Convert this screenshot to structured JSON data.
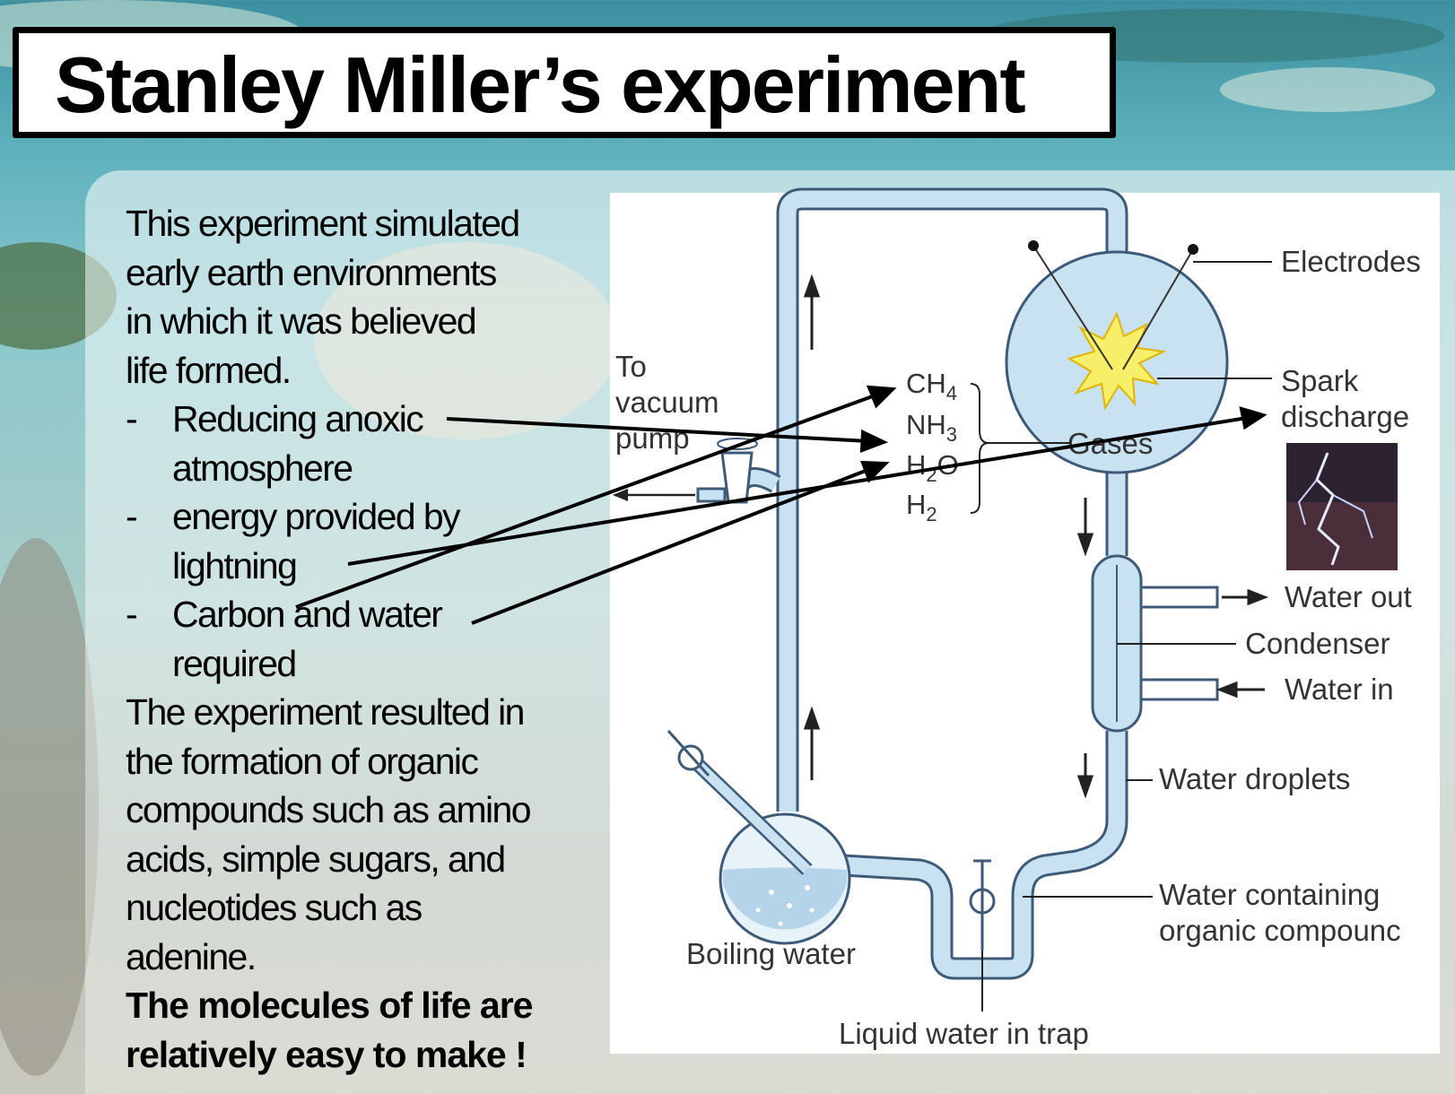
{
  "title": "Stanley Miller’s experiment",
  "intro": [
    "This experiment simulated",
    "early earth environments",
    "in which it was believed",
    "life formed."
  ],
  "bullets": [
    {
      "dash": "-",
      "lines": [
        "Reducing anoxic",
        "atmosphere"
      ]
    },
    {
      "dash": "-",
      "lines": [
        "energy provided by",
        "lightning"
      ]
    },
    {
      "dash": "-",
      "lines": [
        "Carbon and water",
        "required"
      ]
    }
  ],
  "result": [
    "The experiment resulted in",
    "the  formation of organic",
    "compounds such  as amino",
    "acids, simple sugars, and",
    "nucleotides such as",
    "adenine."
  ],
  "conclusion": [
    "The molecules of life are",
    "relatively easy to make !"
  ],
  "diagram": {
    "gases": {
      "ch4": [
        "CH",
        "4"
      ],
      "nh3": [
        "NH",
        "3"
      ],
      "h2o": [
        "H",
        "2",
        "O"
      ],
      "h2": [
        "H",
        "2"
      ]
    },
    "labels": {
      "electrodes": "Electrodes",
      "spark": [
        "Spark",
        "discharge"
      ],
      "gases": "Gases",
      "vacuum": [
        "To",
        "vacuum",
        "pump"
      ],
      "water_out": "Water out",
      "condenser": "Condenser",
      "water_in": "Water in",
      "droplets": "Water droplets",
      "containing": [
        "Water containing",
        "organic compounc"
      ],
      "boiling": "Boiling water",
      "trap": "Liquid water in trap"
    }
  },
  "colors": {
    "tube": "#c9e2f2",
    "tube_stroke": "#3d5a78",
    "spark": "#f7ef6a"
  }
}
